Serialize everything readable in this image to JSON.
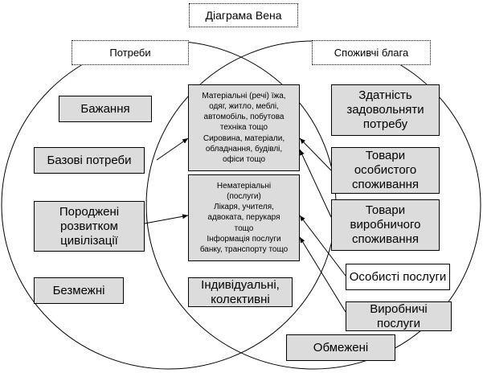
{
  "title": "Діаграма Вена",
  "headers": {
    "left": "Потреби",
    "right": "Споживчі блага"
  },
  "needs": {
    "desires": "Бажання",
    "basic": "Базові потреби",
    "civilization": "Породжені\nрозвитком\nцивілізації",
    "unlimited": "Безмежні"
  },
  "overlap": {
    "material": "Матеріальні (речі) їжа,\nодяг, житло, меблі,\nавтомобіль, побутова\nтехніка тощо\nСировина, матеріали,\nобладнання, будівлі,\nофіси тощо",
    "immaterial": "Нематеріальні\n(послуги)\nЛікаря, учителя,\nадвоката, перукаря\nтощо\nІнформація послуги\nбанку, транспорту тощо",
    "individual": "Індивідуальні,\nколективні"
  },
  "goods": {
    "satisfy": "Здатність\nзадовольняти\nпотребу",
    "personal_goods": "Товари\nособистого\nспоживання",
    "production_goods": "Товари\nвиробничого\nспоживання",
    "personal_services": "Особисті послуги",
    "production_services": "Виробничі\nпослуги",
    "limited": "Обмежені"
  },
  "colors": {
    "box_fill": "#dcdcdc",
    "line": "#000000",
    "background": "#ffffff"
  }
}
